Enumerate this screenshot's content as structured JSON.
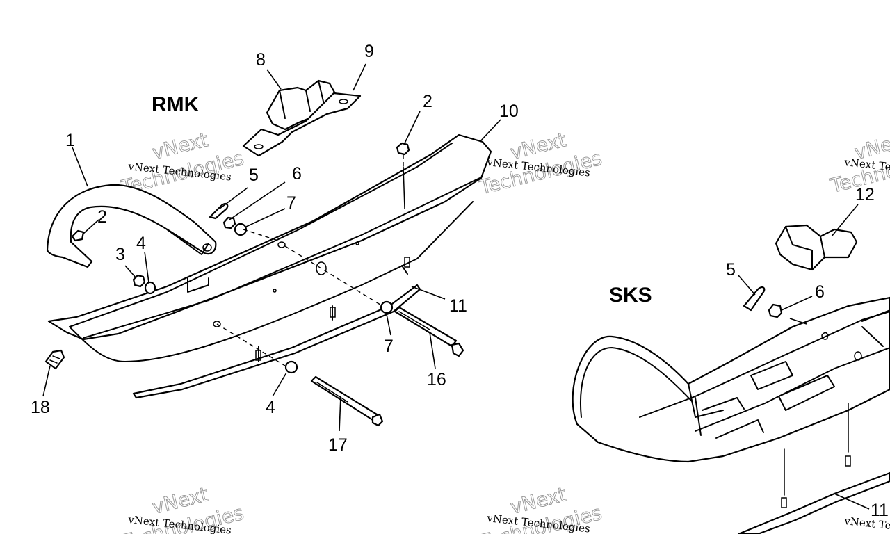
{
  "sections": {
    "rmk_label": "RMK",
    "sks_label": "SKS"
  },
  "callouts": {
    "c1": "1",
    "c2a": "2",
    "c2b": "2",
    "c3": "3",
    "c4a": "4",
    "c4b": "4",
    "c5a": "5",
    "c5b": "5",
    "c6a": "6",
    "c6b": "6",
    "c7a": "7",
    "c7b": "7",
    "c8": "8",
    "c9": "9",
    "c10": "10",
    "c11a": "11",
    "c11b": "11",
    "c12": "12",
    "c16": "16",
    "c17": "17",
    "c18": "18"
  },
  "watermark": {
    "brand_line": "vNext Technologies",
    "brand_word_1": "vNext",
    "brand_word_2": "Technologies"
  }
}
